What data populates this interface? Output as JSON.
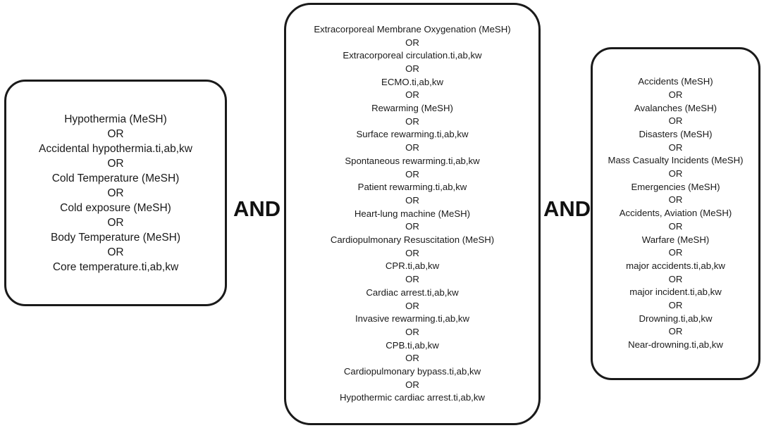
{
  "connector": "OR",
  "and_label": "AND",
  "left_terms": [
    "Hypothermia (MeSH)",
    "Accidental hypothermia.ti,ab,kw",
    "Cold Temperature (MeSH)",
    "Cold exposure (MeSH)",
    "Body Temperature (MeSH)",
    "Core temperature.ti,ab,kw"
  ],
  "center_terms": [
    "Extracorporeal Membrane Oxygenation (MeSH)",
    "Extracorporeal circulation.ti,ab,kw",
    "ECMO.ti,ab,kw",
    "Rewarming (MeSH)",
    "Surface rewarming.ti,ab,kw",
    "Spontaneous rewarming.ti,ab,kw",
    "Patient rewarming.ti,ab,kw",
    "Heart-lung machine (MeSH)",
    "Cardiopulmonary Resuscitation (MeSH)",
    "CPR.ti,ab,kw",
    "Cardiac arrest.ti,ab,kw",
    "Invasive rewarming.ti,ab,kw",
    "CPB.ti,ab,kw",
    "Cardiopulmonary bypass.ti,ab,kw",
    "Hypothermic cardiac arrest.ti,ab,kw"
  ],
  "right_terms": [
    "Accidents (MeSH)",
    "Avalanches (MeSH)",
    "Disasters (MeSH)",
    "Mass Casualty Incidents (MeSH)",
    "Emergencies (MeSH)",
    "Accidents, Aviation (MeSH)",
    "Warfare (MeSH)",
    "major accidents.ti,ab,kw",
    "major incident.ti,ab,kw",
    "Drowning.ti,ab,kw",
    "Near-drowning.ti,ab,kw"
  ]
}
